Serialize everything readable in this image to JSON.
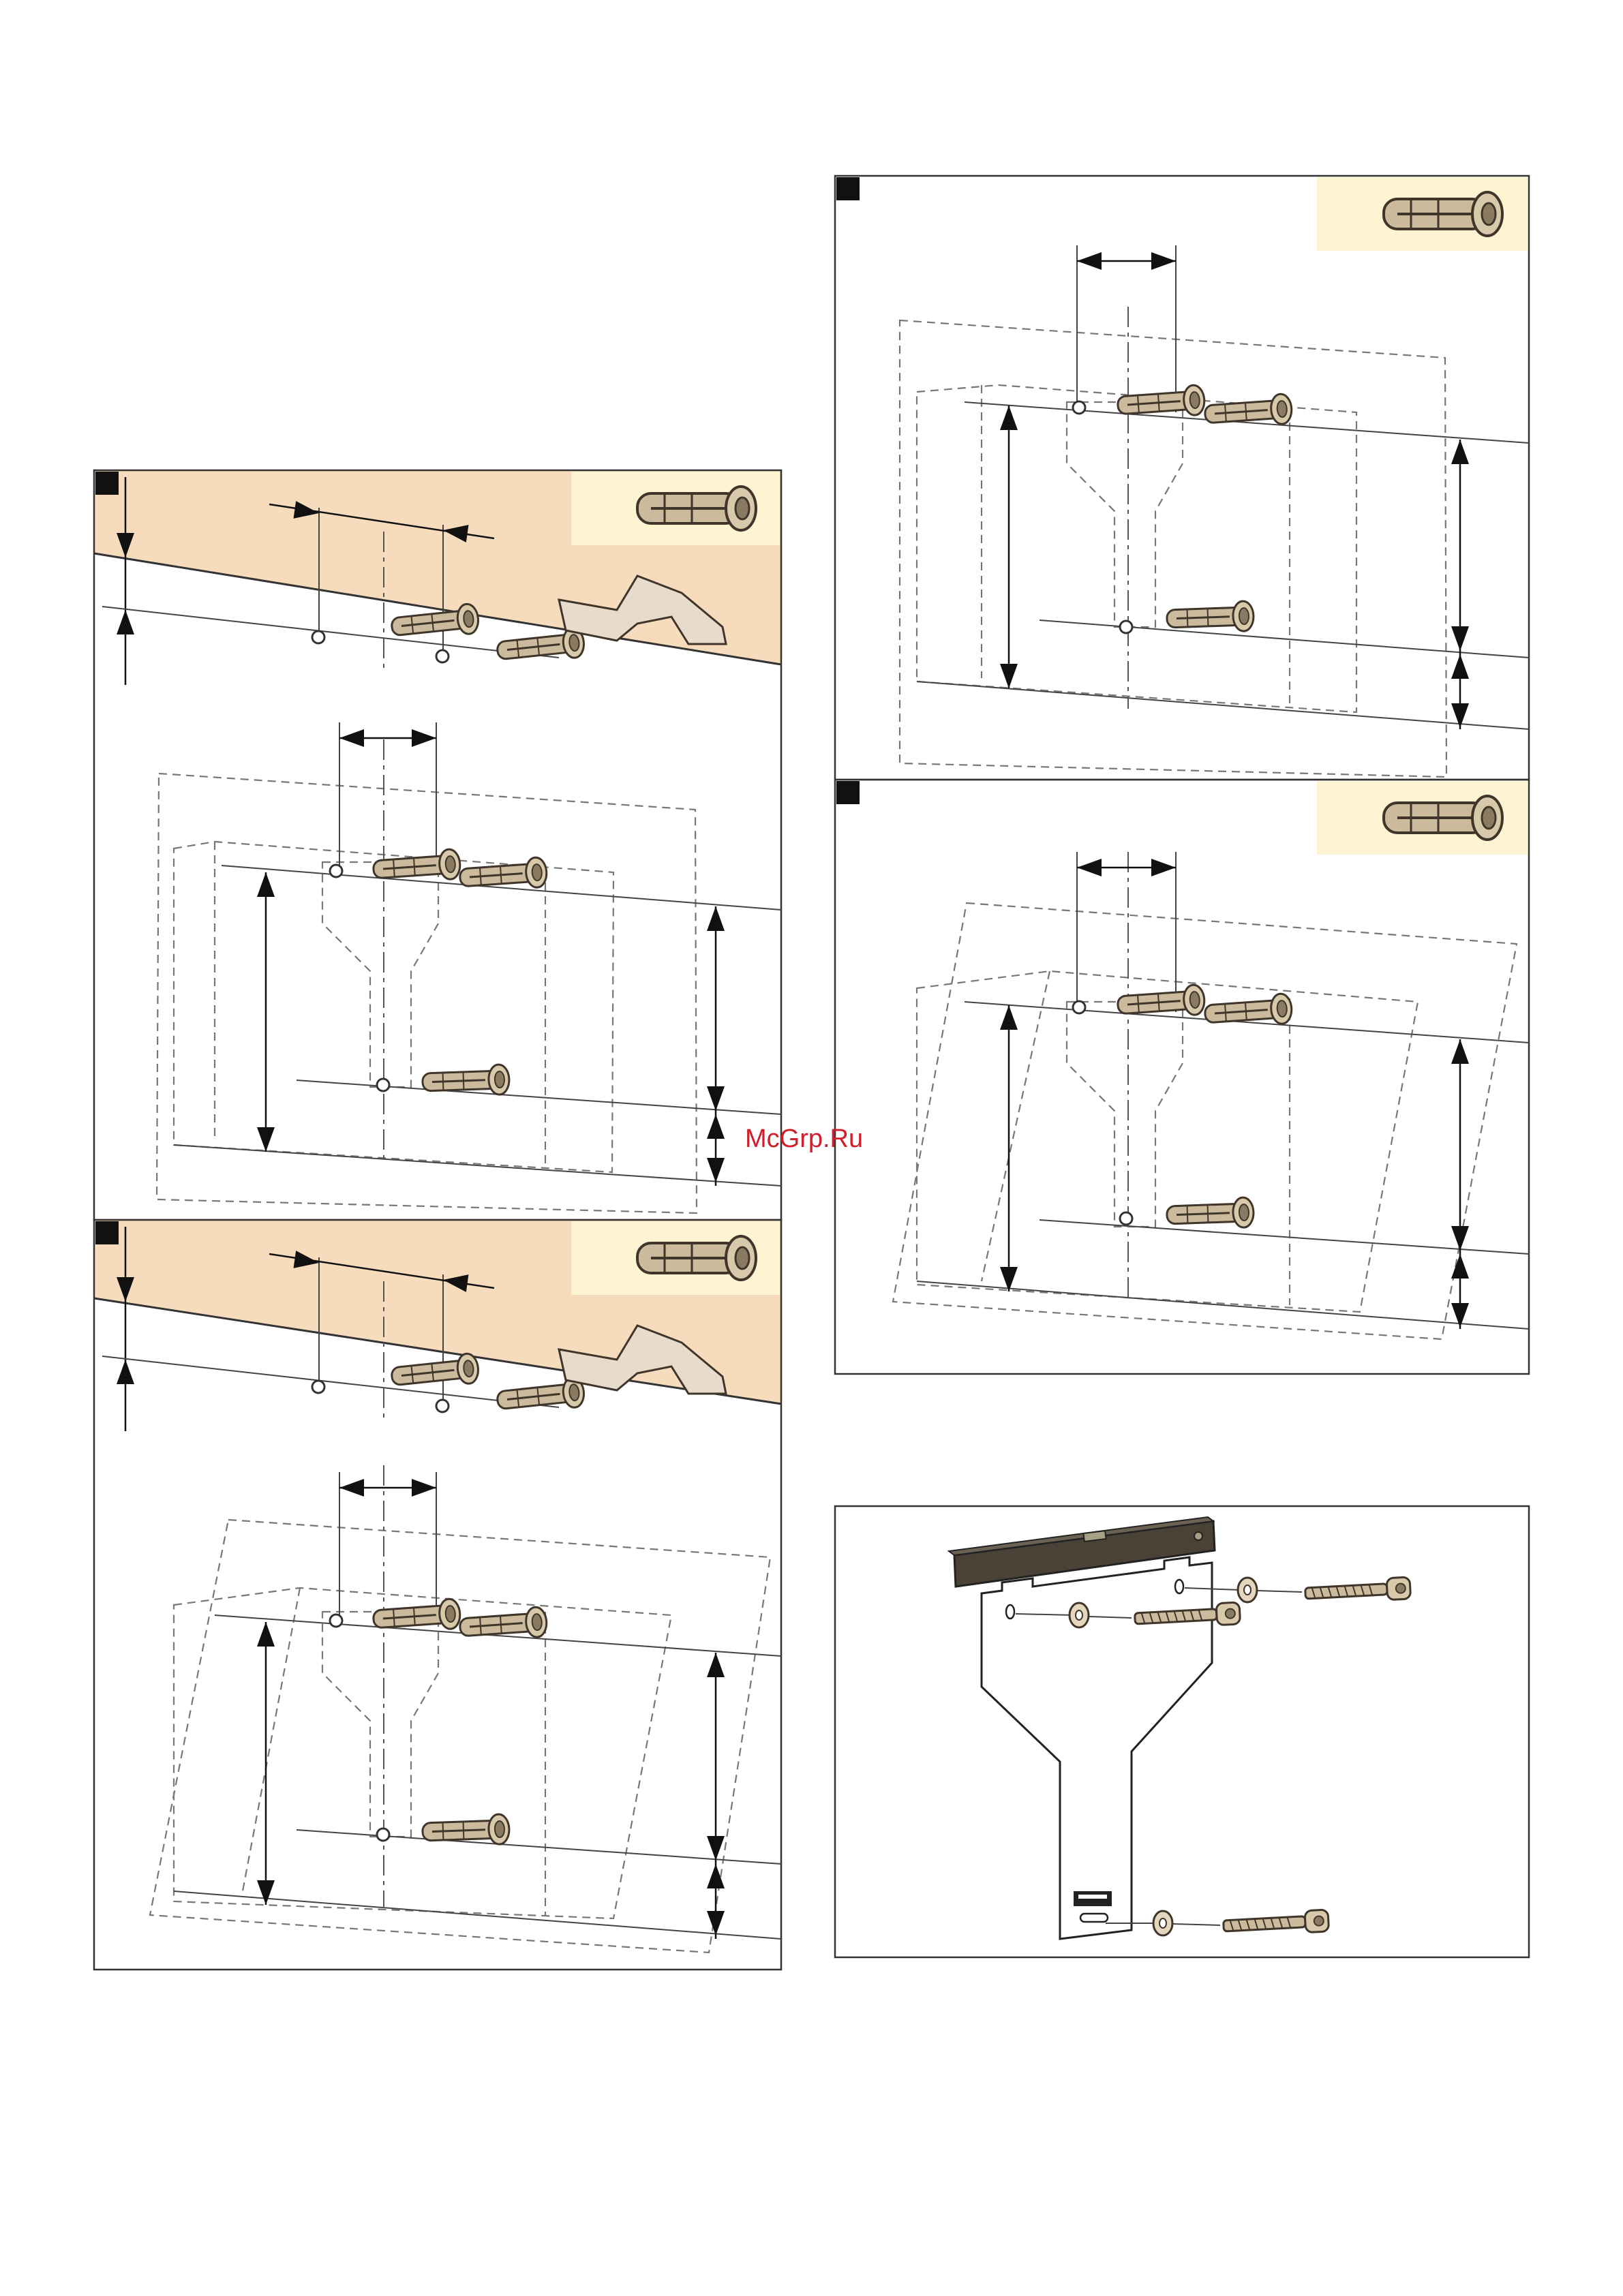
{
  "page": {
    "watermark": "McGrp.Ru"
  },
  "panels": [
    {
      "id": "panel-bracket-install",
      "has_corner_marker": true,
      "has_wall": true
    },
    {
      "id": "panel-bracket-install-tilted",
      "has_corner_marker": true,
      "has_wall": true
    },
    {
      "id": "panel-template-straight",
      "has_corner_marker": true,
      "has_wall": false
    },
    {
      "id": "panel-template-tilted",
      "has_corner_marker": true,
      "has_wall": false
    },
    {
      "id": "panel-template-level-screws",
      "has_corner_marker": false,
      "has_wall": false
    }
  ],
  "icons": {
    "anchor": "wall-anchor-icon",
    "screw": "screw-icon",
    "washer": "washer-icon",
    "level": "spirit-level-icon",
    "bracket": "mounting-bracket-icon",
    "template": "drilling-template-icon"
  },
  "colors": {
    "wall": "#f6dcbd",
    "anchor_badge": "#fdf5d2",
    "anchor_body": "#c8b89a",
    "anchor_dark": "#4a3f33",
    "level_bar": "#4a4236",
    "watermark": "#d21e2a"
  }
}
